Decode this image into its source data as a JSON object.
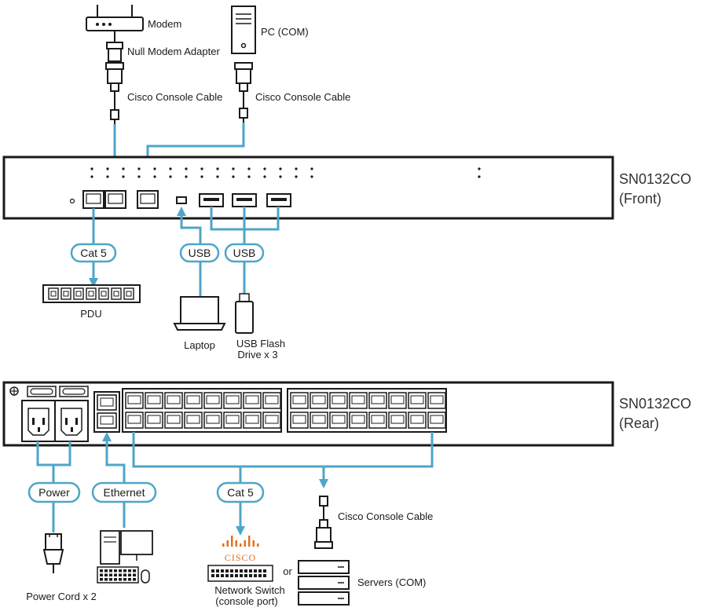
{
  "colors": {
    "cable": "#4da6c8",
    "line": "#1a1a1a",
    "cisco_brand": "#e0701e"
  },
  "front_unit": {
    "model": "SN0132CO",
    "side": "(Front)"
  },
  "rear_unit": {
    "model": "SN0132CO",
    "side": "(Rear)"
  },
  "devices": {
    "modem": "Modem",
    "null_modem_adapter": "Null Modem Adapter",
    "cisco_cable_left": "Cisco Console Cable",
    "pc_com": "PC (COM)",
    "cisco_cable_right": "Cisco Console Cable",
    "pdu": "PDU",
    "laptop": "Laptop",
    "usb_flash_line1": "USB Flash",
    "usb_flash_line2": "Drive x 3",
    "power_cord": "Power Cord x 2",
    "cisco_cable_rear": "Cisco Console Cable",
    "cisco_logo_text": "CISCO",
    "network_switch_line1": "Network Switch",
    "network_switch_line2": "(console port)",
    "or_word": "or",
    "servers": "Servers (COM)"
  },
  "connection_labels": {
    "cat5_front": "Cat 5",
    "usb_laptop": "USB",
    "usb_flash": "USB",
    "power": "Power",
    "ethernet": "Ethernet",
    "cat5_rear": "Cat 5"
  }
}
